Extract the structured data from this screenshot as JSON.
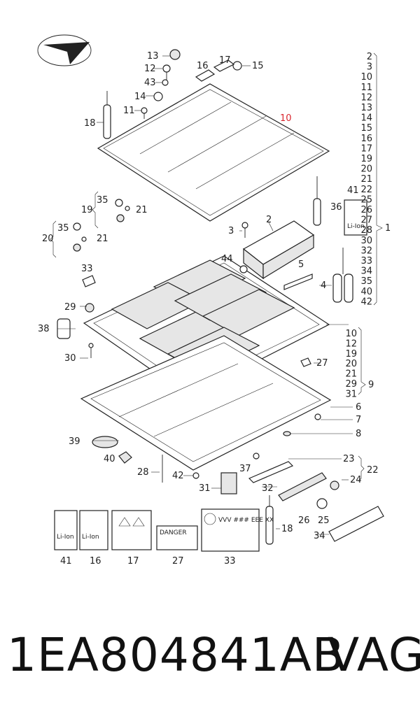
{
  "part_number": "1EA804841AB",
  "brand": "VAG",
  "callouts": {
    "n2": "2",
    "n3": "3",
    "n4": "4",
    "n5": "5",
    "n6": "6",
    "n7": "7",
    "n8": "8",
    "n9": "9",
    "n10": "10",
    "n10red": "10",
    "n11": "11",
    "n12": "12",
    "n13": "13",
    "n14": "14",
    "n15": "15",
    "n16": "16",
    "n17": "17",
    "n18": "18",
    "n18b": "18",
    "n19": "19",
    "n20": "20",
    "n21": "21",
    "n21b": "21",
    "n22": "22",
    "n23": "23",
    "n24": "24",
    "n25": "25",
    "n26": "26",
    "n27": "27",
    "n28": "28",
    "n29": "29",
    "n30": "30",
    "n31": "31",
    "n32": "32",
    "n33": "33",
    "n35": "35",
    "n35b": "35",
    "n36": "36",
    "n37": "37",
    "n38": "38",
    "n39": "39",
    "n40": "40",
    "n41": "41",
    "n42": "42",
    "n43": "43",
    "n44": "44",
    "n1": "1",
    "n34": "34"
  },
  "right_list_top": [
    "2",
    "3",
    "10",
    "11",
    "12",
    "13",
    "14",
    "15",
    "16",
    "17",
    "19",
    "20",
    "21",
    "22",
    "25",
    "26",
    "27",
    "28",
    "30",
    "32",
    "33",
    "34",
    "35",
    "40",
    "42"
  ],
  "right_list_mid": [
    "10",
    "12",
    "19",
    "20",
    "21",
    "29",
    "31"
  ],
  "label_items": [
    {
      "id": "41",
      "caption": "41"
    },
    {
      "id": "16",
      "caption": "16"
    },
    {
      "id": "17",
      "caption": "17"
    },
    {
      "id": "27",
      "caption": "27"
    },
    {
      "id": "33",
      "caption": "33"
    }
  ],
  "label_texts": {
    "li_ion": "Li-Ion",
    "danger": "DANGER",
    "vw_code": "VVV  ### EEE  XX"
  },
  "colors": {
    "ink": "#222222",
    "red": "#d9262e"
  }
}
